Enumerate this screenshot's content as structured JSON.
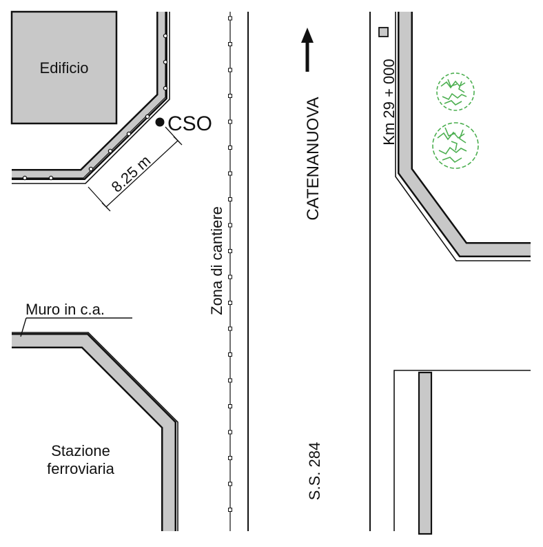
{
  "labels": {
    "building": "Edificio",
    "cso": "CSO",
    "distance": "8.25 m",
    "work_zone": "Zona di cantiere",
    "direction": "CATENANUOVA",
    "km_marker": "Km 29 + 000",
    "wall": "Muro in c.a.",
    "station_line1": "Stazione",
    "station_line2": "ferroviaria",
    "road": "S.S. 284"
  },
  "colors": {
    "wall_fill": "#c8c8c8",
    "stroke": "#111111",
    "tree": "#4caf50",
    "background": "#ffffff"
  },
  "icons": {
    "direction_arrow": "arrow-up-icon",
    "tree": "tree-icon",
    "km_marker": "square-marker-icon"
  }
}
